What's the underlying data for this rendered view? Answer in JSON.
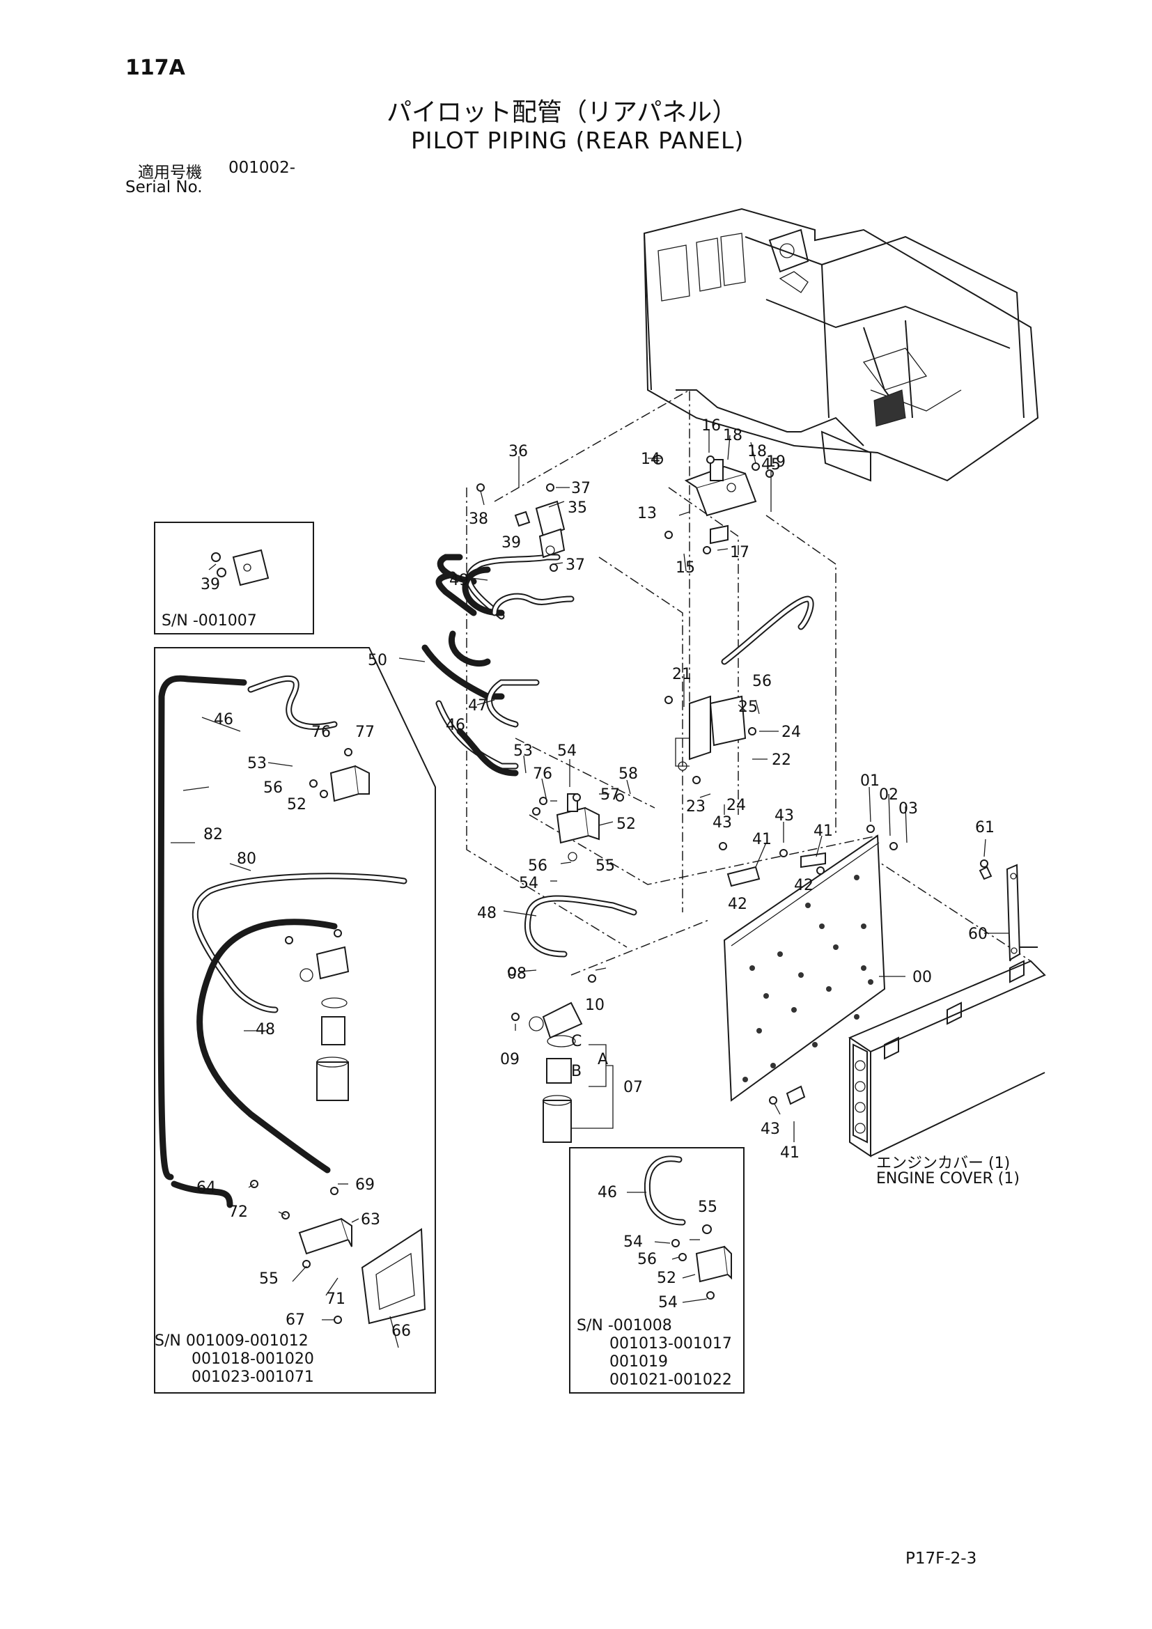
{
  "header": {
    "page_number": "117A",
    "title_jp": "パイロット配管（リアパネル）",
    "title_en": "PILOT PIPING (REAR PANEL)",
    "serial_label_jp": "適用号機",
    "serial_value": "001002-",
    "serial_label_en": "Serial No."
  },
  "insets": {
    "top_left": {
      "serial": "S/N -001007"
    },
    "left": {
      "serial_lines": [
        "S/N 001009-001012",
        "001018-001020",
        "001023-001071"
      ]
    },
    "bottom_center": {
      "serial_lines": [
        "S/N -001008",
        "001013-001017",
        "001019",
        "001021-001022"
      ]
    }
  },
  "engine_cover": {
    "label_jp": "エンジンカバー (1)",
    "label_en": "ENGINE COVER (1)"
  },
  "footer": {
    "doc_code": "P17F-2-3"
  },
  "callouts": [
    "36",
    "37",
    "35",
    "38",
    "39",
    "37",
    "16",
    "18",
    "18",
    "19",
    "14",
    "13",
    "17",
    "15",
    "45",
    "49",
    "50",
    "47",
    "46",
    "21",
    "25",
    "56",
    "24",
    "22",
    "53",
    "54",
    "76",
    "57",
    "58",
    "52",
    "23",
    "24",
    "43",
    "43",
    "41",
    "41",
    "42",
    "42",
    "01",
    "02",
    "03",
    "61",
    "56",
    "55",
    "54",
    "48",
    "60",
    "00",
    "08",
    "10",
    "C",
    "A",
    "B",
    "09",
    "07",
    "43",
    "41",
    "39",
    "46",
    "76",
    "77",
    "53",
    "56",
    "52",
    "82",
    "80",
    "48",
    "64",
    "69",
    "72",
    "63",
    "55",
    "71",
    "67",
    "66",
    "46",
    "55",
    "54",
    "56",
    "52",
    "54"
  ],
  "sub_labels": {
    "a": "A",
    "b": "B",
    "c": "C"
  }
}
